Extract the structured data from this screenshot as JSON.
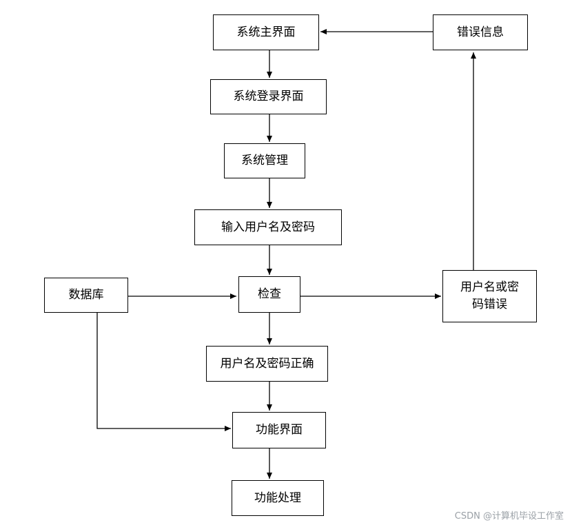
{
  "nodes": {
    "main_ui": "系统主界面",
    "login_ui": "系统登录界面",
    "system_mgmt": "系统管理",
    "input_credentials": "输入用户名及密码",
    "check": "检查",
    "database": "数据库",
    "credential_error": "用户名或密码错误",
    "error_info": "错误信息",
    "credentials_correct": "用户名及密码正确",
    "function_ui": "功能界面",
    "function_process": "功能处理"
  },
  "edges": [
    {
      "from": "main_ui",
      "to": "login_ui"
    },
    {
      "from": "login_ui",
      "to": "system_mgmt"
    },
    {
      "from": "system_mgmt",
      "to": "input_credentials"
    },
    {
      "from": "input_credentials",
      "to": "check"
    },
    {
      "from": "database",
      "to": "check"
    },
    {
      "from": "check",
      "to": "credential_error"
    },
    {
      "from": "credential_error",
      "to": "error_info"
    },
    {
      "from": "error_info",
      "to": "main_ui"
    },
    {
      "from": "check",
      "to": "credentials_correct"
    },
    {
      "from": "credentials_correct",
      "to": "function_ui"
    },
    {
      "from": "database",
      "to": "function_ui"
    },
    {
      "from": "function_ui",
      "to": "function_process"
    }
  ],
  "watermark": "CSDN @计算机毕设工作室"
}
